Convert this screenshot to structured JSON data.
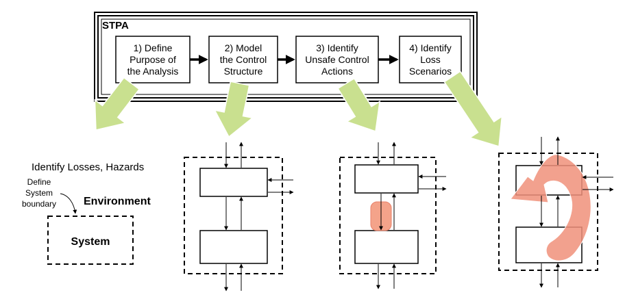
{
  "stpa": {
    "title": "STPA",
    "steps": [
      {
        "line1": "1) Define",
        "line2": "Purpose of",
        "line3": "the Analysis"
      },
      {
        "line1": "2) Model",
        "line2": "the Control",
        "line3": "Structure"
      },
      {
        "line1": "3) Identify",
        "line2": "Unsafe Control",
        "line3": "Actions"
      },
      {
        "line1": "4) Identify",
        "line2": "Loss",
        "line3": "Scenarios"
      }
    ]
  },
  "step1_detail": {
    "heading": "Identify Losses, Hazards",
    "boundary_note": {
      "line1": "Define",
      "line2": "System",
      "line3": "boundary"
    },
    "environment_label": "Environment",
    "system_label": "System"
  },
  "colors": {
    "green_arrow": "#c9e08f",
    "green_arrow_edge": "#ffffff",
    "highlight": "#f4a38a",
    "highlight_edge": "#e8806a",
    "loop_arrow": "#f0907a",
    "loop_arrow_edge": "#ffffff"
  },
  "icons": [
    "green-down-arrow",
    "feedback-loop-arrow"
  ]
}
